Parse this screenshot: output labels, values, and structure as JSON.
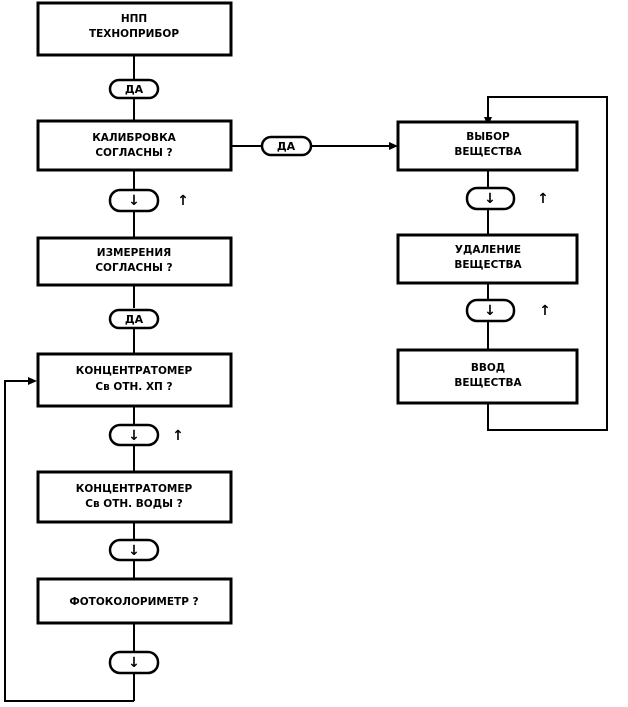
{
  "diagram": {
    "boxes": {
      "npp": [
        "НПП",
        "ТЕХНОПРИБОР"
      ],
      "calibration": [
        "КАЛИБРОВКА",
        "СОГЛАСНЫ ?"
      ],
      "measurement": [
        "ИЗМЕРЕНИЯ",
        "СОГЛАСНЫ ?"
      ],
      "conc_hp": [
        "КОНЦЕНТРАТОМЕР",
        "Cв ОТН. ХП ?"
      ],
      "conc_water": [
        "КОНЦЕНТРАТОМЕР",
        "Cв ОТН. ВОДЫ ?"
      ],
      "photocolorimeter": [
        "ФОТОКОЛОРИМЕТР ?"
      ],
      "select_substance": [
        "ВЫБОР",
        "ВЕЩЕСТВА"
      ],
      "delete_substance": [
        "УДАЛЕНИЕ",
        "ВЕЩЕСТВА"
      ],
      "enter_substance": [
        "ВВОД",
        "ВЕЩЕСТВА"
      ]
    },
    "buttons": {
      "yes": "ДА",
      "down": "↓",
      "up": "↑"
    }
  }
}
